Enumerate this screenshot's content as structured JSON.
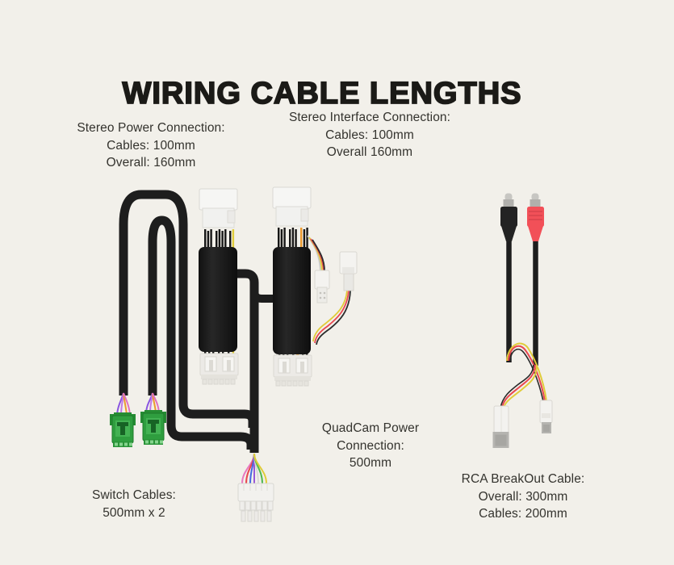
{
  "title": "WIRING CABLE LENGTHS",
  "labels": {
    "stereo_power": {
      "lines": [
        "Stereo Power Connection:",
        "Cables: 100mm",
        "Overall: 160mm"
      ]
    },
    "stereo_interface": {
      "lines": [
        "Stereo Interface Connection:",
        "Cables: 100mm",
        "Overall 160mm"
      ]
    },
    "quadcam_power": {
      "lines": [
        "QuadCam Power",
        "Connection:",
        "500mm"
      ]
    },
    "switch_cables": {
      "lines": [
        "Switch Cables:",
        "500mm x 2"
      ]
    },
    "rca_breakout": {
      "lines": [
        "RCA BreakOut Cable:",
        "Overall: 300mm",
        "Cables: 200mm"
      ]
    }
  },
  "colors": {
    "background": "#f2f0ea",
    "title_text": "#1b1a17",
    "body_text": "#34332e",
    "cable_black": "#1d1d1d",
    "loom_black": "#181818",
    "connector_green": "#2f9e3f",
    "connector_green_dark": "#1e7a2b",
    "connector_white": "#f4f3f0",
    "connector_gray_end": "#b5b4b0",
    "rca_red": "#f25058",
    "rca_black": "#232323",
    "rca_tip_gray": "#c7c6c2",
    "wire_yellow": "#e0cc3a",
    "wire_red": "#e84850",
    "wire_orange": "#eb9a2e",
    "wire_purple": "#8a55e0",
    "wire_lavender": "#c07ae8",
    "wire_pink": "#e878c0",
    "wire_blue": "#4468e0",
    "wire_green": "#50b850",
    "wire_white": "#d8d8d6"
  }
}
